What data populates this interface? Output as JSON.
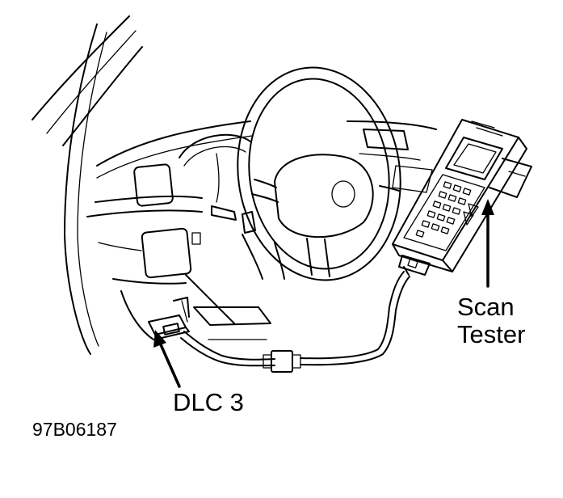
{
  "labels": {
    "scan": "Scan",
    "tester": "Tester",
    "dlc": "DLC 3",
    "figure_code": "97B06187"
  },
  "colors": {
    "ink": "#000000",
    "paper": "#ffffff"
  }
}
